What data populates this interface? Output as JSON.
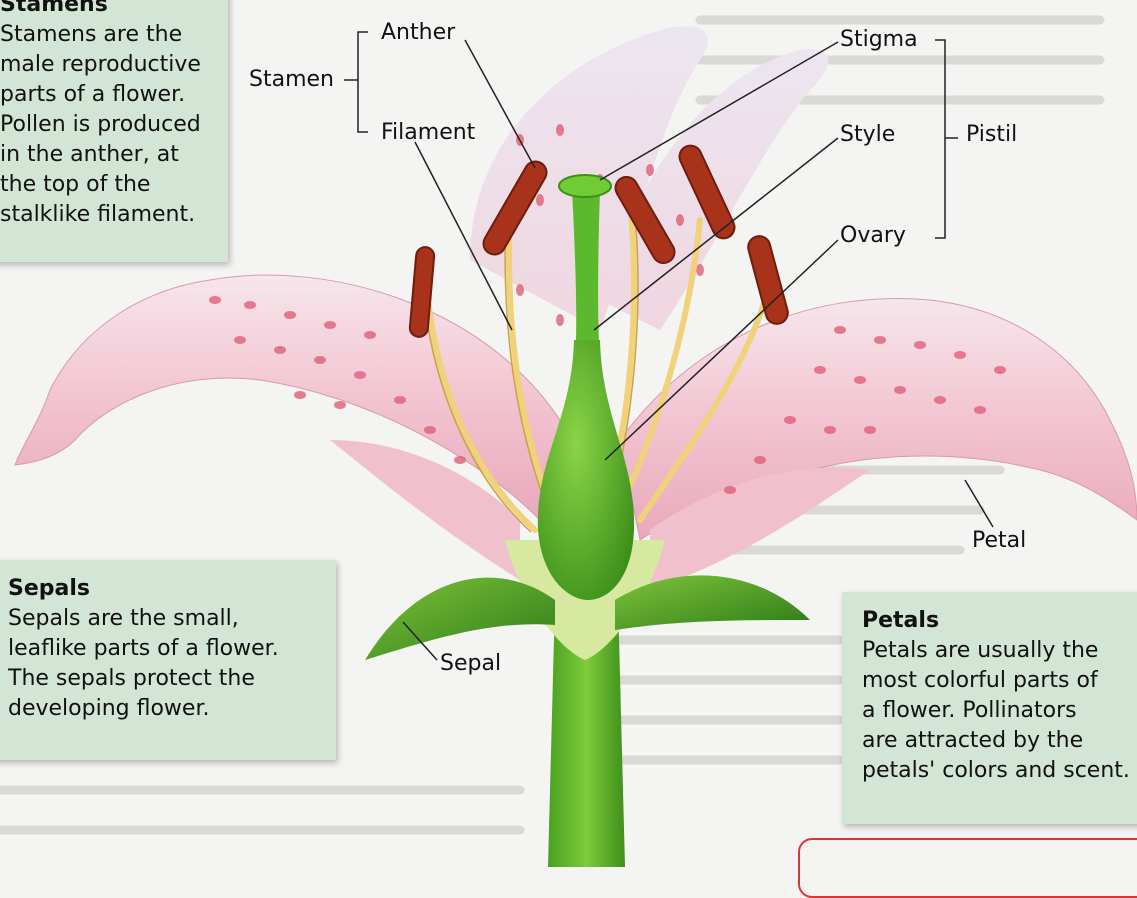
{
  "labels": {
    "anther": "Anther",
    "stamen": "Stamen",
    "filament": "Filament",
    "stigma": "Stigma",
    "style": "Style",
    "pistil": "Pistil",
    "ovary": "Ovary",
    "petal": "Petal",
    "sepal": "Sepal"
  },
  "boxes": {
    "stamens": {
      "title": "Stamens",
      "body": "Stamens are the\nmale reproductive\nparts of a flower.\nPollen is produced\nin the anther, at\nthe top of the\nstalklike filament."
    },
    "sepals": {
      "title": "Sepals",
      "body": "Sepals are the small,\nleaflike parts of a flower.\nThe sepals protect the\ndeveloping flower."
    },
    "petals": {
      "title": "Petals",
      "body": "Petals are usually the\nmost colorful parts of\na flower. Pollinators\nare attracted by the\npetals' colors and scent."
    }
  },
  "colors": {
    "callout_bg": "#d3e6d6",
    "petal_pink": "#f2c9d3",
    "petal_spot": "#e0607a",
    "pistil_green": "#5cb82c",
    "anther_red": "#a8321a",
    "filament_cream": "#f0d27a",
    "frame_red": "#dd3333"
  }
}
